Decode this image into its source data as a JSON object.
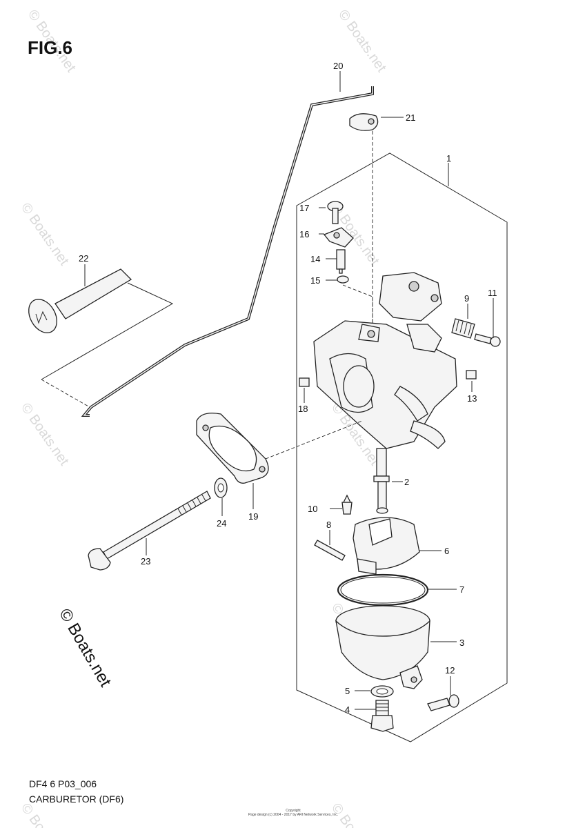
{
  "figure": {
    "title": "FIG.6",
    "code": "DF4 6 P03_006",
    "name": "CARBURETOR (DF6)"
  },
  "watermark": {
    "text": "© Boats.net",
    "side_text": "© Boats.net"
  },
  "small_print": {
    "line1": "Copyright",
    "line2": "Page design (c) 2004 - 2017 by ARI Network Services, Inc."
  },
  "callouts": [
    "1",
    "2",
    "3",
    "4",
    "5",
    "6",
    "7",
    "8",
    "9",
    "10",
    "11",
    "12",
    "13",
    "14",
    "15",
    "16",
    "17",
    "18",
    "19",
    "20",
    "21",
    "22",
    "23",
    "24"
  ]
}
